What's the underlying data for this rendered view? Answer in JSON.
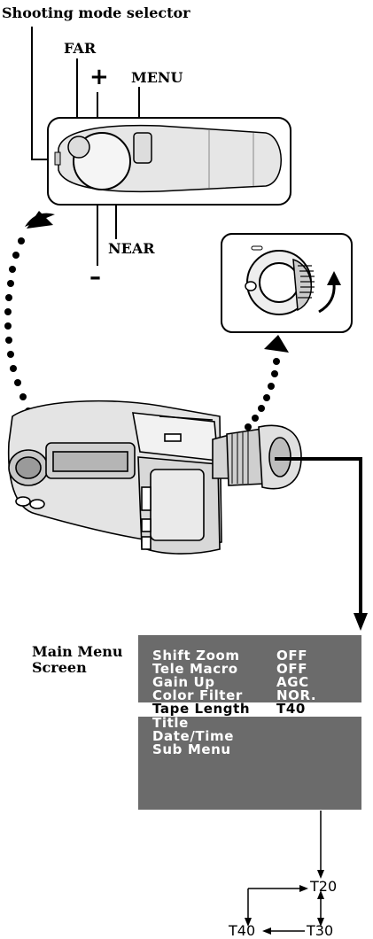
{
  "labels": {
    "shooting_mode_selector": "Shooting mode selector",
    "far": "FAR",
    "plus": "+",
    "menu": "MENU",
    "near": "NEAR",
    "minus": "–",
    "main_menu_line1": "Main Menu",
    "main_menu_line2": "Screen"
  },
  "menu": {
    "items": [
      {
        "name": "Shift Zoom",
        "value": "OFF"
      },
      {
        "name": "Tele Macro",
        "value": "OFF"
      },
      {
        "name": "Gain Up",
        "value": "AGC"
      },
      {
        "name": "Color Filter",
        "value": "NOR."
      },
      {
        "name": "Tape Length",
        "value": "T40",
        "highlighted": true
      },
      {
        "name": "Title",
        "value": ""
      },
      {
        "name": "Date/Time",
        "value": ""
      },
      {
        "name": "Sub Menu",
        "value": ""
      }
    ]
  },
  "tape_cycle": {
    "t20": "T20",
    "t30": "T30",
    "t40": "T40"
  },
  "colors": {
    "menu_background": "#6b6b6b",
    "menu_text": "#ffffff",
    "highlight": "#ffffff"
  }
}
